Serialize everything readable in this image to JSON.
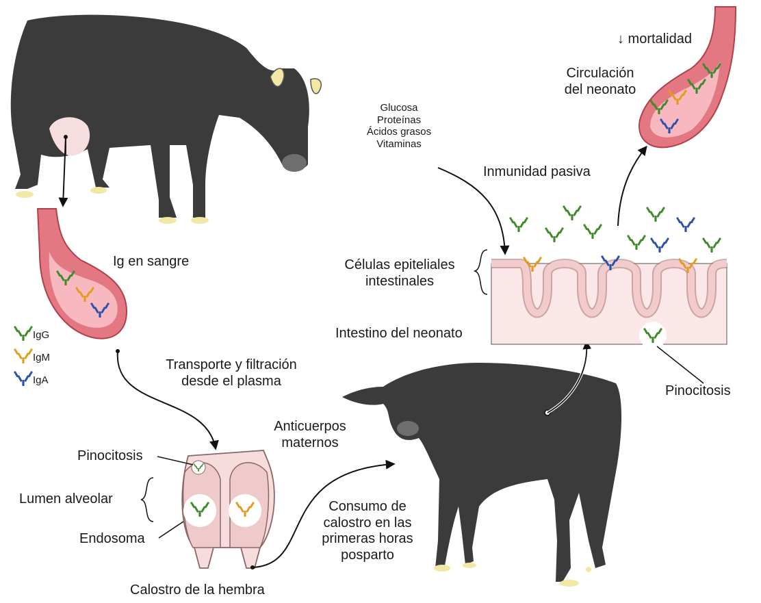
{
  "colors": {
    "igg": "#3f8a2a",
    "igm": "#e39c1b",
    "iga": "#2c51a8",
    "animal": "#3b3b3b",
    "vessel": "#e47882",
    "tissue": "#f7e1e1"
  },
  "labels": {
    "mortality": "↓ mortalidad",
    "circulation": [
      "Circulación",
      "del neonato"
    ],
    "nutrients": [
      "Glucosa",
      "Proteínas",
      "Ácidos grasos",
      "Vitaminas"
    ],
    "passive_immunity": "Inmunidad pasiva",
    "epithelial_cells": [
      "Células epiteliales",
      "intestinales"
    ],
    "neonate_intestine": "Intestino del neonato",
    "pinocytosis_right": "Pinocitosis",
    "ig_blood": "Ig en sangre",
    "transport": [
      "Transporte y filtración",
      "desde el plasma"
    ],
    "maternal_antibodies": [
      "Anticuerpos",
      "maternos"
    ],
    "pinocytosis_left": "Pinocitosis",
    "alveolar_lumen": "Lumen alveolar",
    "endosome": "Endosoma",
    "colostrum_intake": [
      "Consumo de",
      "calostro en las",
      "primeras horas",
      "posparto"
    ],
    "female_colostrum": "Calostro de la hembra"
  },
  "legend": [
    {
      "label": "IgG",
      "color": "#3f8a2a"
    },
    {
      "label": "IgM",
      "color": "#e39c1b"
    },
    {
      "label": "IgA",
      "color": "#2c51a8"
    }
  ]
}
